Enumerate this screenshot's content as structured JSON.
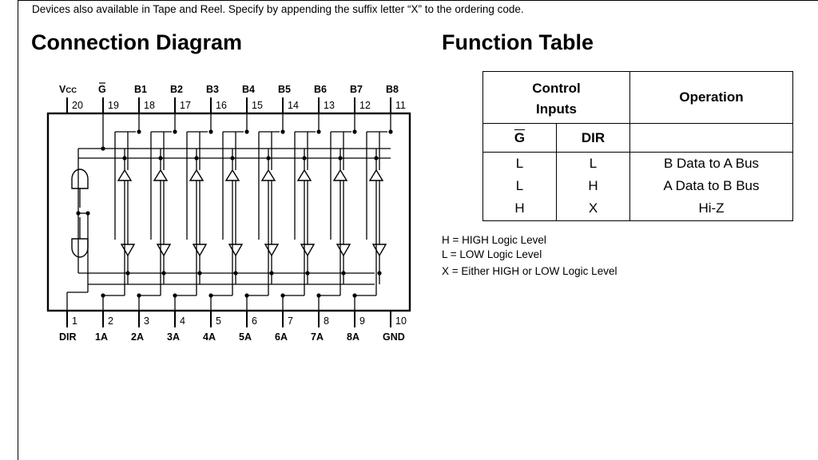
{
  "notice": "Devices also available in Tape and Reel. Specify by appending the suffix letter “X” to the ordering code.",
  "connection_diagram": {
    "title": "Connection Diagram",
    "top_pins": [
      {
        "name": "VCC",
        "number": "20"
      },
      {
        "name": "G",
        "number": "19"
      },
      {
        "name": "B1",
        "number": "18"
      },
      {
        "name": "B2",
        "number": "17"
      },
      {
        "name": "B3",
        "number": "16"
      },
      {
        "name": "B4",
        "number": "15"
      },
      {
        "name": "B5",
        "number": "14"
      },
      {
        "name": "B6",
        "number": "13"
      },
      {
        "name": "B7",
        "number": "12"
      },
      {
        "name": "B8",
        "number": "11"
      }
    ],
    "bottom_pins": [
      {
        "name": "DIR",
        "number": "1"
      },
      {
        "name": "1A",
        "number": "2"
      },
      {
        "name": "2A",
        "number": "3"
      },
      {
        "name": "3A",
        "number": "4"
      },
      {
        "name": "4A",
        "number": "5"
      },
      {
        "name": "5A",
        "number": "6"
      },
      {
        "name": "6A",
        "number": "7"
      },
      {
        "name": "7A",
        "number": "8"
      },
      {
        "name": "8A",
        "number": "9"
      },
      {
        "name": "GND",
        "number": "10"
      }
    ]
  },
  "function_table": {
    "title": "Function Table",
    "header_control_line1": "Control",
    "header_control_line2": "Inputs",
    "header_operation": "Operation",
    "header_g": "G",
    "header_dir": "DIR",
    "rows": [
      {
        "g": "L",
        "dir": "L",
        "operation": "B Data to A Bus"
      },
      {
        "g": "L",
        "dir": "H",
        "operation": "A Data to B Bus"
      },
      {
        "g": "H",
        "dir": "X",
        "operation": "Hi-Z"
      }
    ]
  },
  "legend": [
    "H = HIGH Logic Level",
    "L = LOW Logic Level",
    "X = Either HIGH or LOW Logic Level"
  ]
}
